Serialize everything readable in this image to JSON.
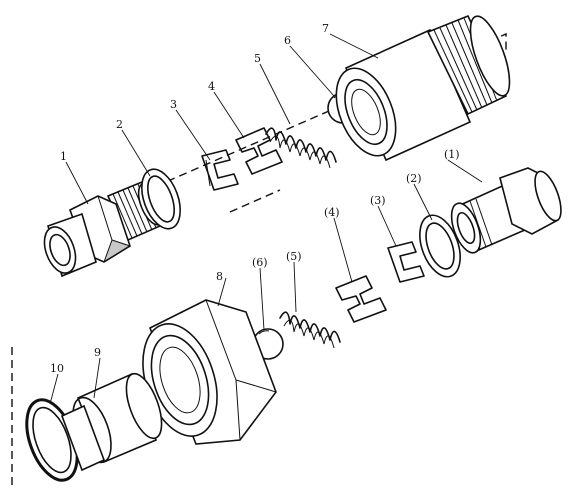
{
  "callouts": {
    "c1": "1",
    "c2": "2",
    "c3": "3",
    "c4": "4",
    "c5": "5",
    "c6": "6",
    "c7": "7",
    "c8": "8",
    "c9": "9",
    "c10": "10",
    "p1": "(1)",
    "p2": "(2)",
    "p3": "(3)",
    "p4": "(4)",
    "p5": "(5)",
    "p6": "(6)"
  }
}
